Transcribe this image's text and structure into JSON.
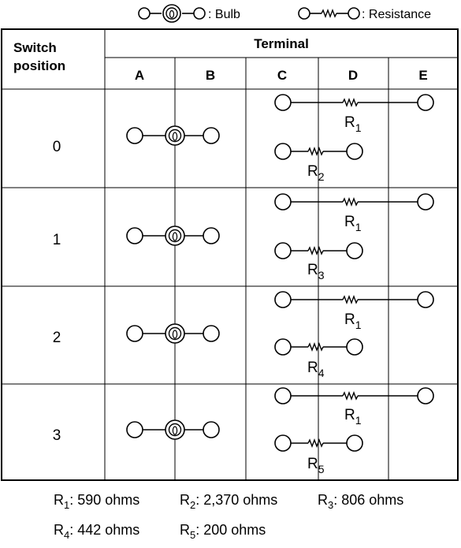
{
  "legend": {
    "bulb_label": ": Bulb",
    "resistance_label": ": Resistance"
  },
  "table": {
    "header_switch_line1": "Switch",
    "header_switch_line2": "position",
    "header_terminal": "Terminal",
    "terminals": [
      "A",
      "B",
      "C",
      "D",
      "E"
    ],
    "rows": [
      {
        "position": "0",
        "top_resistor": "R",
        "top_sub": "1",
        "bottom_resistor": "R",
        "bottom_sub": "2"
      },
      {
        "position": "1",
        "top_resistor": "R",
        "top_sub": "1",
        "bottom_resistor": "R",
        "bottom_sub": "3"
      },
      {
        "position": "2",
        "top_resistor": "R",
        "top_sub": "1",
        "bottom_resistor": "R",
        "bottom_sub": "4"
      },
      {
        "position": "3",
        "top_resistor": "R",
        "top_sub": "1",
        "bottom_resistor": "R",
        "bottom_sub": "5"
      }
    ]
  },
  "resistances": [
    {
      "symbol": "R",
      "sub": "1",
      "value": ": 590 ohms"
    },
    {
      "symbol": "R",
      "sub": "2",
      "value": ": 2,370 ohms"
    },
    {
      "symbol": "R",
      "sub": "3",
      "value": ": 806 ohms"
    },
    {
      "symbol": "R",
      "sub": "4",
      "value": ": 442 ohms"
    },
    {
      "symbol": "R",
      "sub": "5",
      "value": ": 200 ohms"
    }
  ]
}
